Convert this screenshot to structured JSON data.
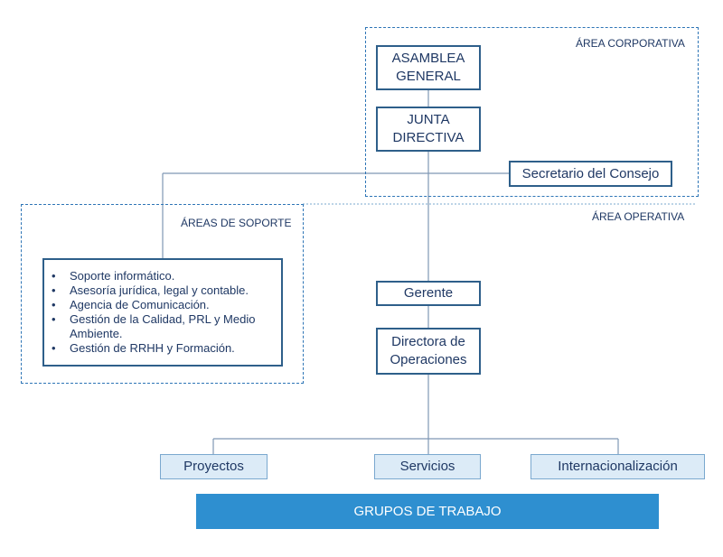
{
  "areas": {
    "corporativa": "ÁREA CORPORATIVA",
    "operativa": "ÁREA OPERATIVA",
    "soporte": "ÁREAS DE SOPORTE"
  },
  "nodes": {
    "asamblea": "ASAMBLEA\nGENERAL",
    "junta": "JUNTA\nDIRECTIVA",
    "secretario": "Secretario del Consejo",
    "gerente": "Gerente",
    "directora": "Directora de\nOperaciones",
    "proyectos": "Proyectos",
    "servicios": "Servicios",
    "internacionalizacion": "Internacionalización",
    "grupos": "GRUPOS DE TRABAJO"
  },
  "soporte_items": [
    "Soporte informático.",
    "Asesoría jurídica, legal y contable.",
    "Agencia de Comunicación.",
    "Gestión de la Calidad, PRL y Medio Ambiente.",
    "Gestión de RRHH y Formación."
  ],
  "colors": {
    "border": "#2e5f8a",
    "dashed": "#2e75b6",
    "light_fill": "#dcebf7",
    "banner": "#2e8fd0",
    "text": "#1f3864"
  }
}
